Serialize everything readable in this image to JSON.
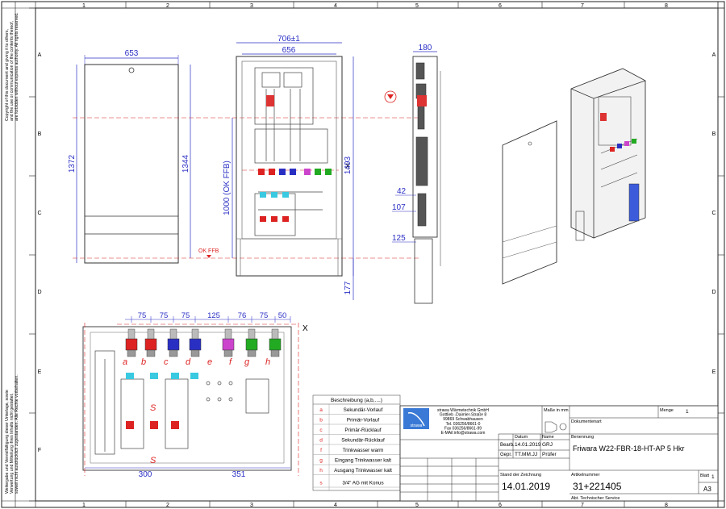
{
  "frame": {
    "cols": [
      "1",
      "2",
      "3",
      "4",
      "5",
      "6",
      "7",
      "8"
    ],
    "rows": [
      "A",
      "B",
      "C",
      "D",
      "E",
      "F"
    ]
  },
  "side_notes": {
    "copyright": [
      "Copyright of this document and giving it to others,",
      "and the use or communication of the contents thereof,",
      "are forbidden without express authority. All rights reserved."
    ],
    "german": [
      "Weitergabe und Vervielfältigung dieser Unterlage, sowie",
      "Verwertung und Mitteilung ihres Inhalts nicht gestattet,",
      "soweit nicht ausdrücklich zugestanden. Alle Rechte vorbehalten."
    ]
  },
  "dims": {
    "door_width": "653",
    "door_height": "1372",
    "inner_height": "1344",
    "cab_outer": "706±1",
    "cab_inner": "656",
    "ok_ffb": "1000 (OK FFB)",
    "ok_ffb_mark": "OK FFB",
    "total_height": "1493",
    "foot": "177",
    "x_mark": "X",
    "depth": "180",
    "side_42": "42",
    "side_107": "107",
    "side_125": "125",
    "detail_top": [
      "75",
      "75",
      "75",
      "125",
      "76",
      "75",
      "50"
    ],
    "detail_x": "X",
    "detail_300": "300",
    "detail_351": "351",
    "s_label": "S"
  },
  "circuit_letters": [
    "a",
    "b",
    "c",
    "d",
    "e",
    "f",
    "g",
    "h"
  ],
  "legend": {
    "title": "Beschreibung (a,b,....)",
    "rows": [
      {
        "k": "a",
        "v": "Sekundär-Vorlauf"
      },
      {
        "k": "b",
        "v": "Primär-Vorlauf"
      },
      {
        "k": "c",
        "v": "Primär-Rücklauf"
      },
      {
        "k": "d",
        "v": "Sekundär-Rücklauf"
      },
      {
        "k": "f",
        "v": "Trinkwasser warm"
      },
      {
        "k": "g",
        "v": "Eingang Trinkwasser kalt"
      },
      {
        "k": "h",
        "v": "Ausgang Trinkwasser kalt"
      },
      {
        "k": "s",
        "v": "3/4\" AG mit Konus"
      }
    ]
  },
  "title_block": {
    "company_lines": [
      "strawa Wärmetechnik GmbH",
      "Gottlieb -Daimler-Straße 8",
      "99869 Schwabhausen",
      "Tel. 036256/8661-0",
      "Fax 036256/8661-99",
      "E-MAil:info@strawa.com"
    ],
    "logo_text": "strawa",
    "masse_label": "Maße in mm",
    "menge_label": "Menge",
    "menge_value": "1",
    "dokumentenart": "Dokumentenart",
    "datum_label": "Datum",
    "name_label": "Name",
    "bearb_label": "Bearb.",
    "bearb_date": "14.01.2019",
    "bearb_name": "GRJ",
    "gepr_label": "Gepr.",
    "gepr_date": "TT.MM.JJ",
    "gepr_name": "Prüfer",
    "benennung_label": "Benennung",
    "benennung": "Friwara W22-FBR-18-HT-AP 5 Hkr",
    "stand_label": "Stand der Zeichnung",
    "stand_date": "14.01.2019",
    "artikel_label": "Artikelnummer",
    "artikel": "31+221405",
    "blatt_label": "Blatt",
    "blatt": "1",
    "format": "A3",
    "abt": "Abt. Technischer Service"
  },
  "colors": {
    "dim_blue": "#2a2fc4",
    "red_line": "#d22",
    "frame": "#222"
  }
}
